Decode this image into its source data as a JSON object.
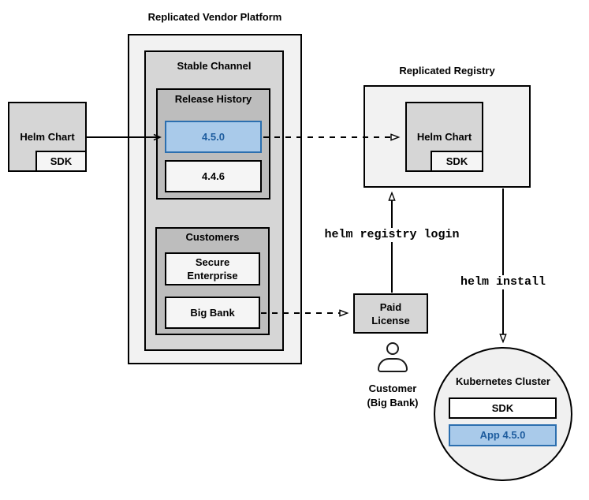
{
  "diagram": {
    "vendor_platform": {
      "title": "Replicated Vendor Platform",
      "stable_channel": {
        "label": "Stable Channel",
        "release_history": {
          "label": "Release History",
          "releases": [
            {
              "version": "4.5.0",
              "highlighted": true
            },
            {
              "version": "4.4.6",
              "highlighted": false
            }
          ]
        },
        "customers": {
          "label": "Customers",
          "items": [
            {
              "name": "Secure Enterprise"
            },
            {
              "name": "Big Bank"
            }
          ]
        }
      }
    },
    "source_helm_chart": {
      "label": "Helm Chart",
      "sdk_label": "SDK"
    },
    "registry": {
      "title": "Replicated Registry",
      "helm_chart": {
        "label": "Helm Chart",
        "sdk_label": "SDK"
      }
    },
    "paid_license": {
      "label": "Paid License"
    },
    "customer_actor": {
      "name": "Customer",
      "detail": "(Big Bank)"
    },
    "kubernetes_cluster": {
      "label": "Kubernetes Cluster",
      "sdk_label": "SDK",
      "app_label": "App 4.5.0"
    },
    "commands": {
      "registry_login": "helm registry login",
      "install": "helm install"
    },
    "colors": {
      "highlight_fill": "#A9CAEA",
      "highlight_stroke": "#2C6FAF",
      "highlight_text": "#1D5C9E",
      "container_light": "#F2F2F2",
      "container_mid": "#D6D6D6",
      "container_dark": "#BDBDBD",
      "node_gray": "#D6D6D6",
      "node_light": "#F5F5F5",
      "stroke": "#000000"
    }
  }
}
